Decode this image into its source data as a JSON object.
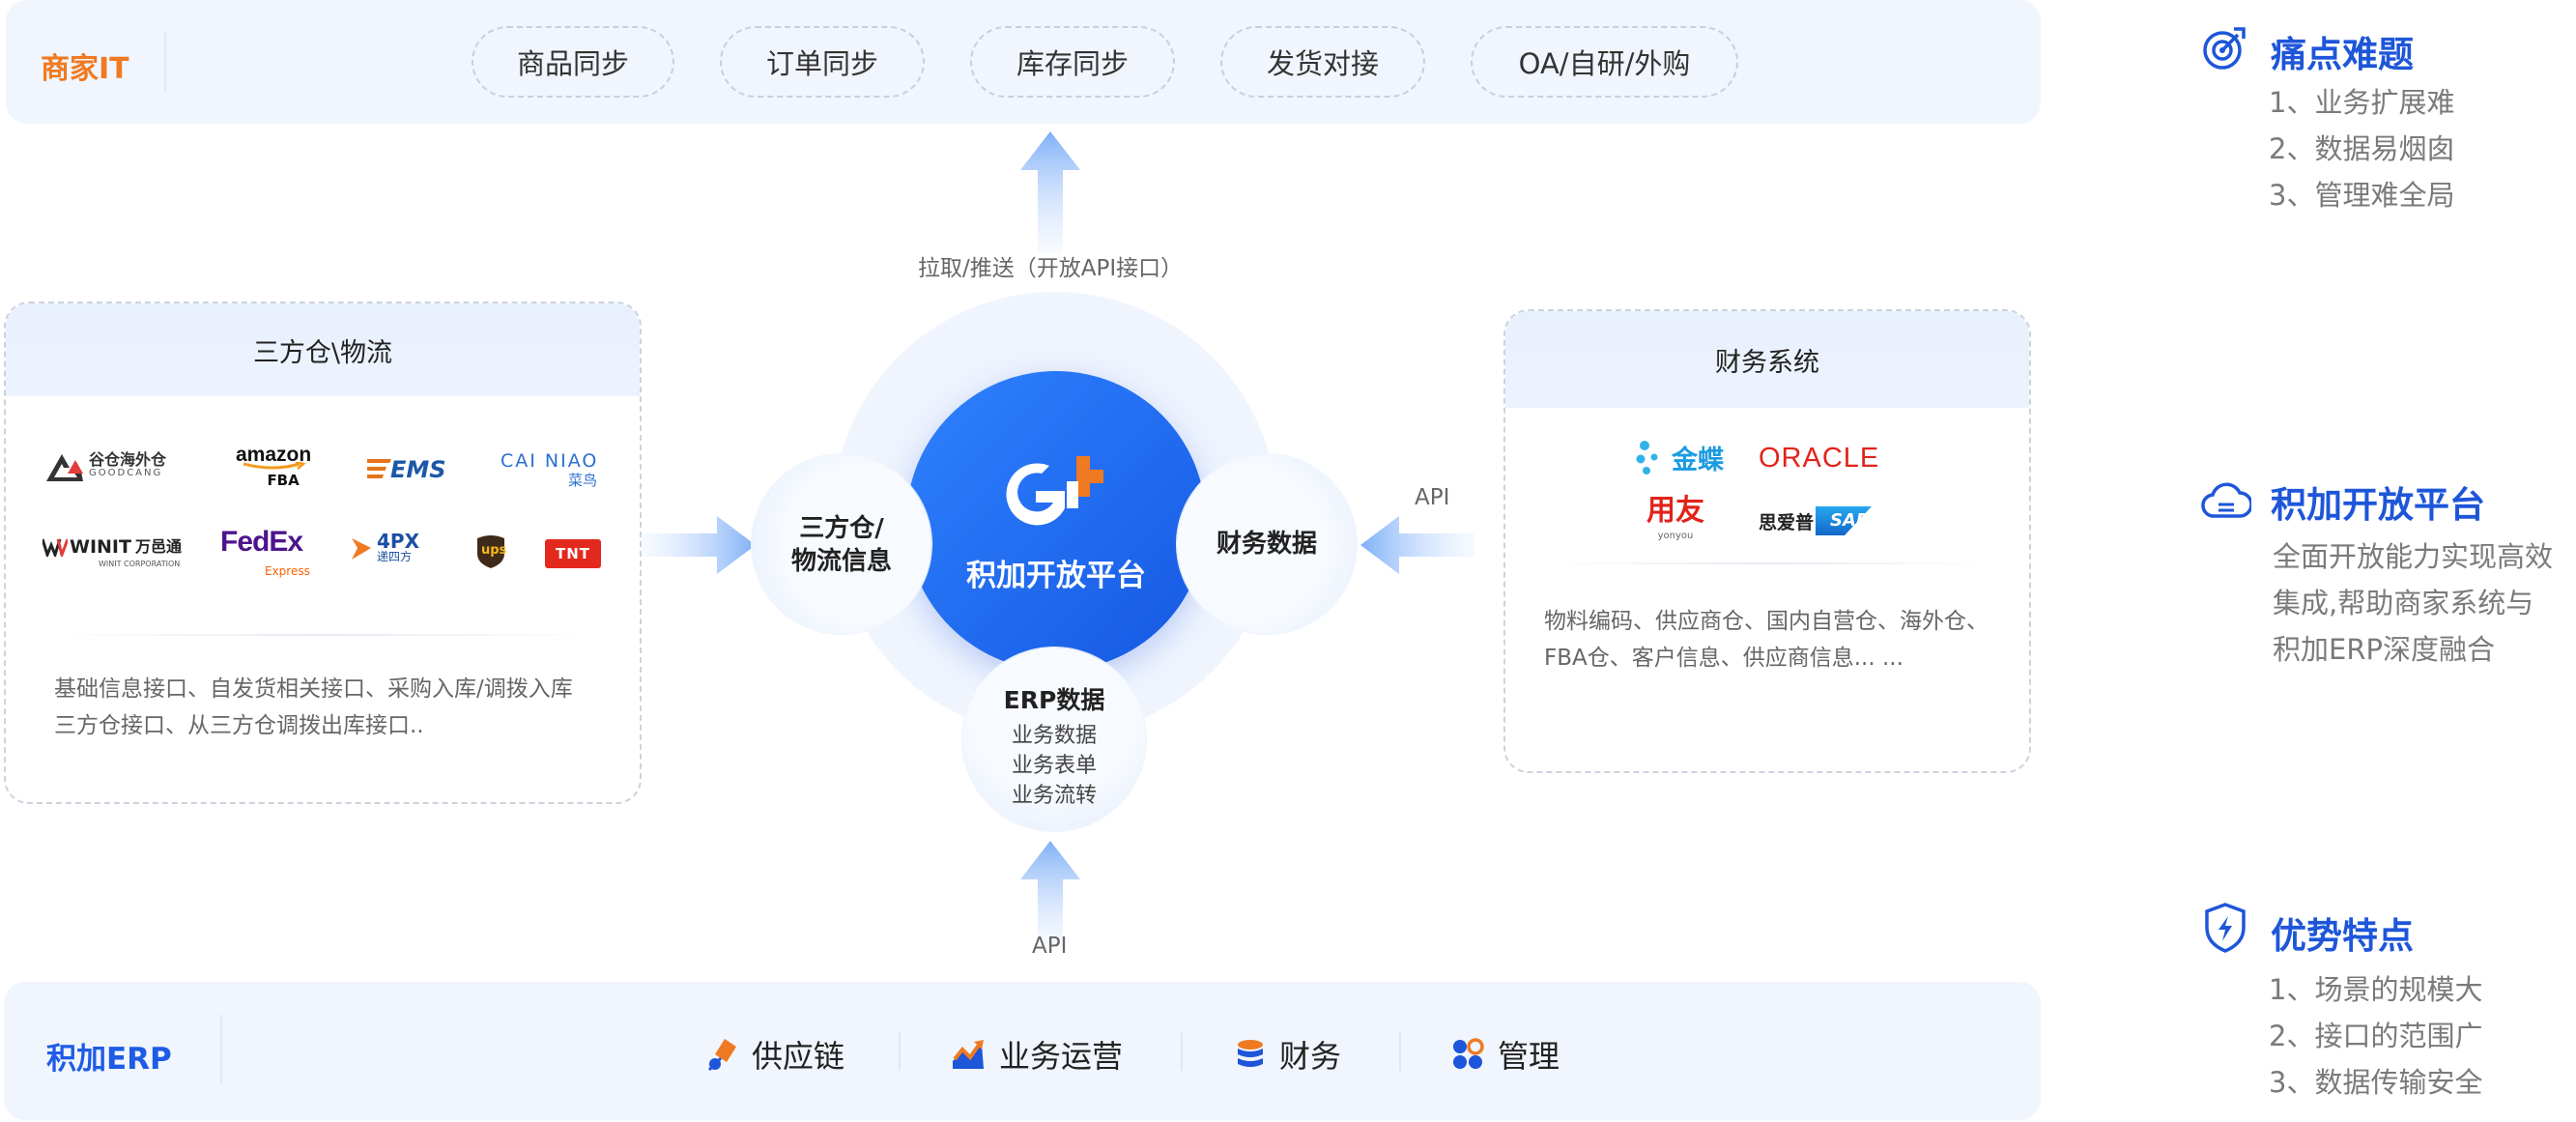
{
  "top": {
    "title": "商家IT",
    "items": [
      "商品同步",
      "订单同步",
      "库存同步",
      "发货对接",
      "OA/自研/外购"
    ]
  },
  "arrows": {
    "top_label": "拉取/推送（开放API接口）",
    "bottom_label": "API",
    "right_label": "API"
  },
  "left_panel": {
    "title": "三方仓\\物流",
    "logos": {
      "goodcang": "谷仓海外仓",
      "goodcang_sub": "GOODCANG",
      "amazon": "amazon",
      "amazon_sub": "FBA",
      "ems": "EMS",
      "cainiao": "CAI NIAO",
      "cainiao_cn": "菜鸟",
      "winit": "WINIT",
      "winit_cn": "万邑通",
      "winit_sub": "WINIT CORPORATION",
      "fedex": "FedEx",
      "fedex_sub": "Express",
      "fourpx": "4PX",
      "fourpx_cn": "递四方",
      "ups": "ups",
      "tnt": "TNT"
    },
    "desc_lines": [
      "基础信息接口、自发货相关接口、采购入库/调拨入库",
      "三方仓接口、从三方仓调拨出库接口.."
    ]
  },
  "right_panel": {
    "title": "财务系统",
    "logos": {
      "kingdee": "金蝶",
      "oracle": "ORACLE",
      "yonyou": "用友",
      "yonyou_sub": "yonyou",
      "sap_cn": "思爱普",
      "sap": "SAP"
    },
    "desc_lines": [
      "物料编码、供应商仓、国内自营仓、海外仓、",
      "FBA仓、客户信息、供应商信息... ..."
    ]
  },
  "center": {
    "title": "积加开放平台",
    "left_node": [
      "三方仓/",
      "物流信息"
    ],
    "right_node": "财务数据",
    "bottom_node": {
      "title": "ERP数据",
      "lines": [
        "业务数据",
        "业务表单",
        "业务流转"
      ]
    }
  },
  "bottom": {
    "title": "积加ERP",
    "items": [
      "供应链",
      "业务运营",
      "财务",
      "管理"
    ]
  },
  "side": {
    "sections": [
      {
        "title": "痛点难题",
        "lines": [
          "1、业务扩展难",
          "2、数据易烟囱",
          "3、管理难全局"
        ]
      },
      {
        "title": "积加开放平台",
        "lines": [
          "全面开放能力实现高效",
          "集成,帮助商家系统与",
          "积加ERP深度融合"
        ]
      },
      {
        "title": "优势特点",
        "lines": [
          "1、场景的规模大",
          "2、接口的范围广",
          "3、数据传输安全"
        ]
      }
    ]
  },
  "colors": {
    "brand_blue": "#1e56d9",
    "accent_orange": "#f07a22",
    "panel_bg": "#f1f5fd"
  }
}
